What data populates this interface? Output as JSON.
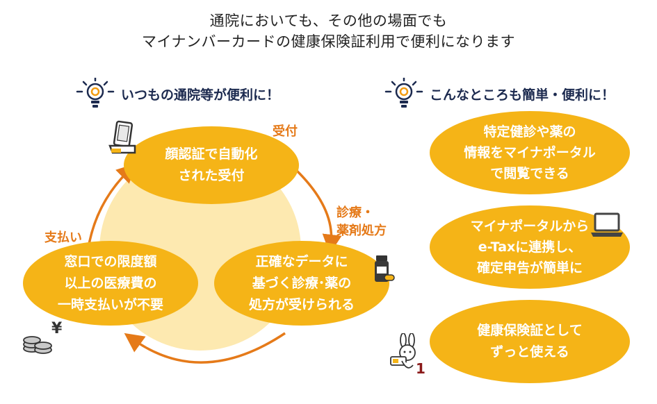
{
  "title": {
    "line1": "通院においても、その他の場面でも",
    "line2": "マイナンバーカードの健康保険証利用で便利になります"
  },
  "left": {
    "heading": "いつもの通院等が便利に！",
    "ellipses": {
      "top": "顔認証で自動化\nされた受付",
      "right": "正確なデータに\n基づく診療･薬の\n処方が受けられる",
      "left": "窓口での限度額\n以上の医療費の\n一時支払いが不要"
    },
    "labels": {
      "reception": "受付",
      "treatment": "診療・\n薬剤処方",
      "payment": "支払い"
    }
  },
  "right": {
    "heading": "こんなところも簡単・便利に！",
    "ellipses": [
      "特定健診や薬の\n情報をマイナポータル\nで閲覧できる",
      "マイナポータルから\ne-Taxに連携し、\n確定申告が簡単に",
      "健康保険証として\nずっと使える"
    ]
  },
  "colors": {
    "accent_yellow": "#f5b417",
    "soft_yellow": "#fde9b0",
    "arrow_orange": "#e57a19",
    "heading_navy": "#1c2a4f",
    "icon_orange": "#f39c12"
  },
  "icons": [
    "lightbulb-gear-icon",
    "face-recognition-terminal-icon",
    "medicine-bottle-icon",
    "coins-yen-icon",
    "laptop-icon",
    "rabbit-mascot-card-icon"
  ]
}
